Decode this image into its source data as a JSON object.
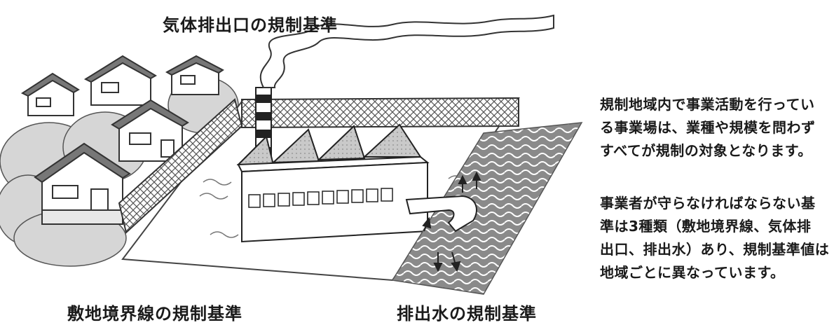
{
  "labels": {
    "gas_outlet": "気体排出口の規制基準",
    "site_boundary": "敷地境界線の規制基準",
    "effluent_water": "排出水の規制基準"
  },
  "description": {
    "paragraph1": [
      "規制地域内で事業活動を行ってい",
      "る事業場は、業種や規模を問わず",
      "すべてが規制の対象となります。"
    ],
    "paragraph2": [
      "事業者が守らなければならない基",
      "準は3種類（敷地境界線、気体排",
      "出口、排出水）あり、規制基準値は",
      "地域ごとに異なっています。"
    ]
  }
}
